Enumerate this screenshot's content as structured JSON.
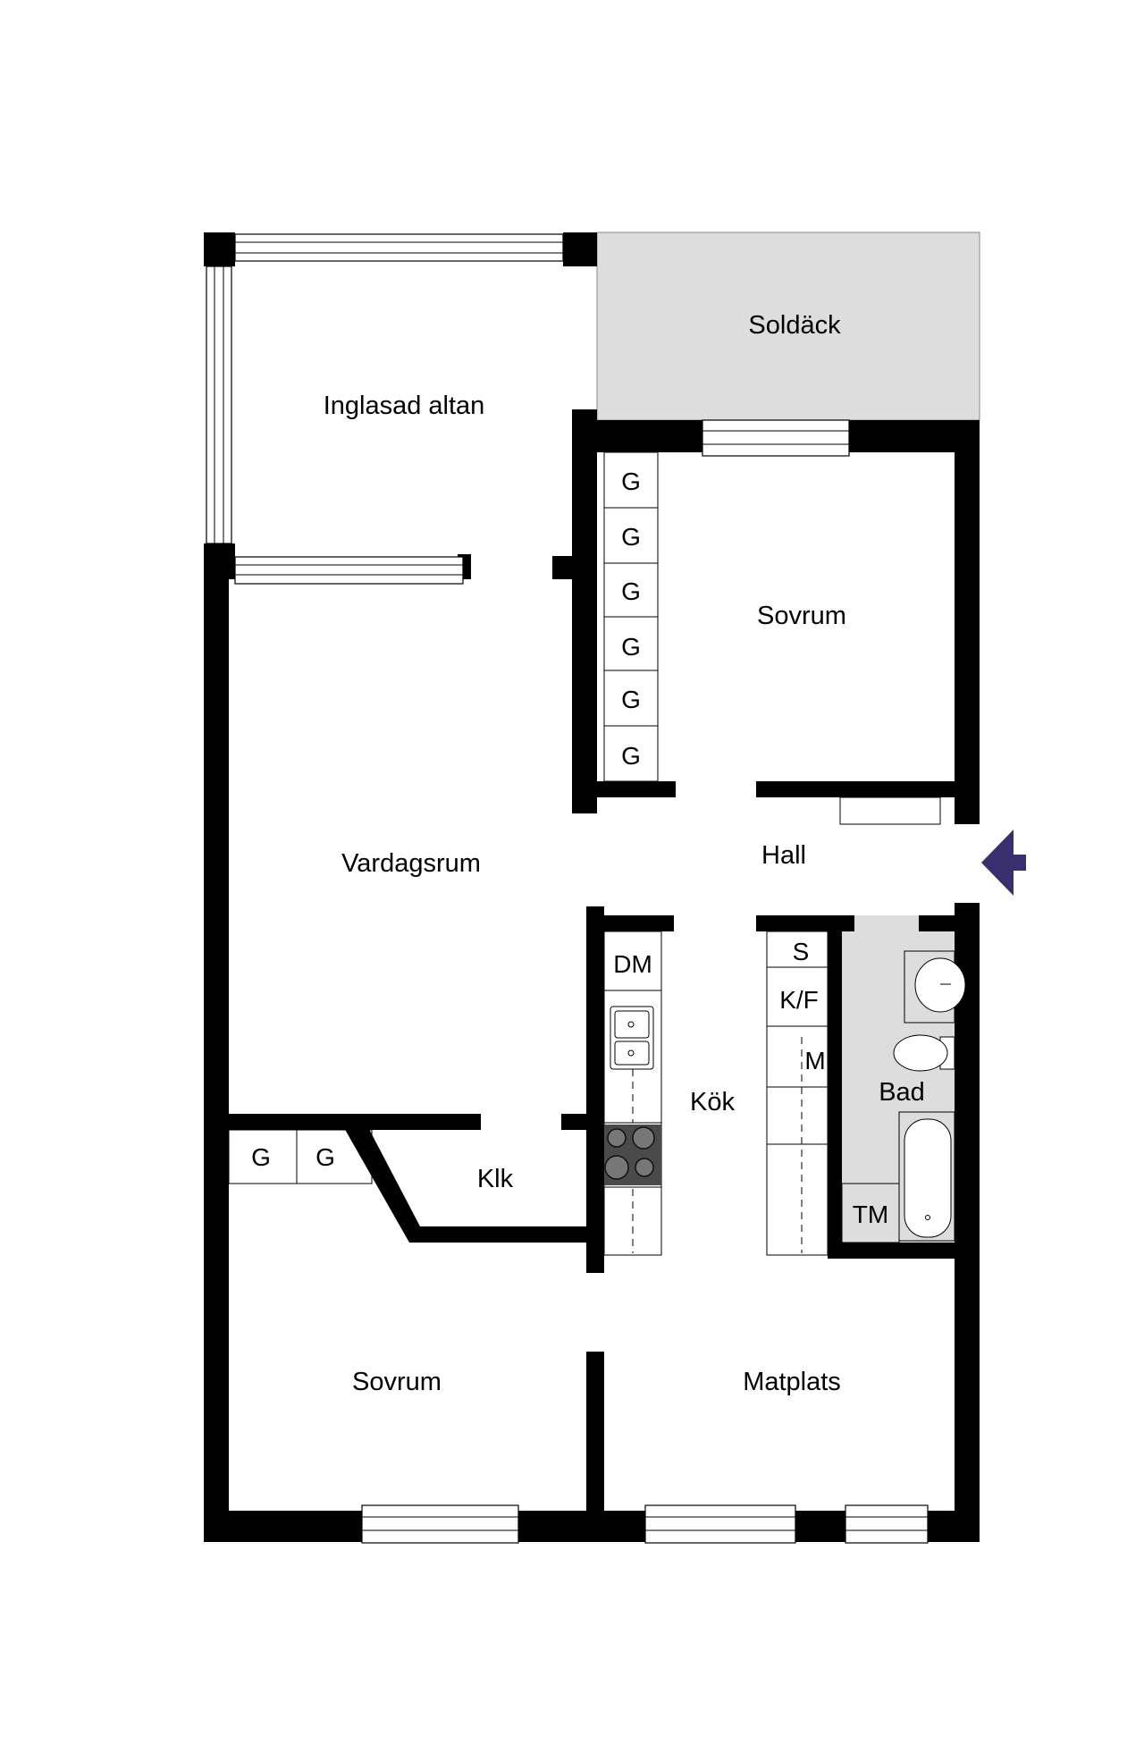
{
  "rooms": {
    "soldack": "Soldäck",
    "inglasad_altan": "Inglasad altan",
    "sovrum_upper": "Sovrum",
    "vardagsrum": "Vardagsrum",
    "hall": "Hall",
    "kok": "Kök",
    "bad": "Bad",
    "klk": "Klk",
    "sovrum_lower": "Sovrum",
    "matplats": "Matplats"
  },
  "closets": {
    "wardrobe_g": "G"
  },
  "kitchen": {
    "dishwasher": "DM",
    "stove_oven": "S",
    "fridge_freezer": "K/F",
    "microwave": "M"
  },
  "bath": {
    "dryer": "TM"
  },
  "colors": {
    "wall": "#000000",
    "wet_area": "#dddddd",
    "entrance_arrow": "#3a2f6e"
  },
  "icons": {
    "entrance": "entrance-arrow-icon"
  }
}
